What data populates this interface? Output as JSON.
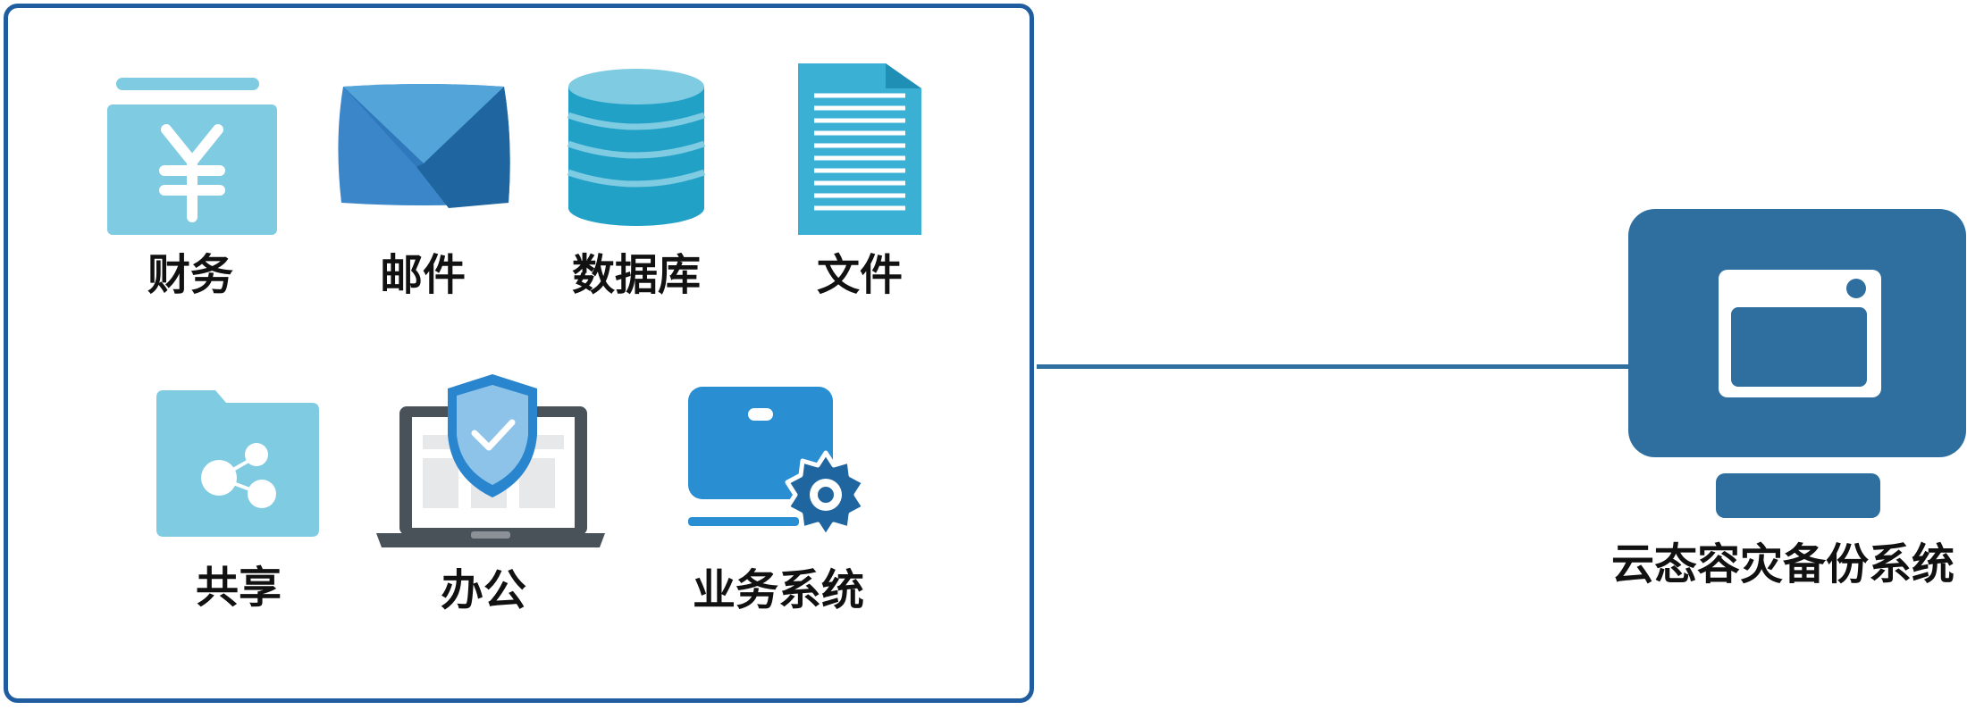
{
  "items": [
    {
      "label": "财务",
      "icon": "finance-yen-icon"
    },
    {
      "label": "邮件",
      "icon": "mail-envelope-icon"
    },
    {
      "label": "数据库",
      "icon": "database-icon"
    },
    {
      "label": "文件",
      "icon": "document-icon"
    },
    {
      "label": "共享",
      "icon": "shared-folder-icon"
    },
    {
      "label": "办公",
      "icon": "laptop-shield-icon"
    },
    {
      "label": "业务系统",
      "icon": "business-system-gear-icon"
    }
  ],
  "target": {
    "label": "云态容灾备份系统",
    "icon": "backup-server-icon"
  },
  "colors": {
    "panel_border": "#1f5da0",
    "light_blue": "#7ecbe2",
    "mid_blue": "#3a86c8",
    "cyan": "#2aaad0",
    "dark_blue": "#2f6f9f",
    "laptop_gray": "#4a5259"
  }
}
